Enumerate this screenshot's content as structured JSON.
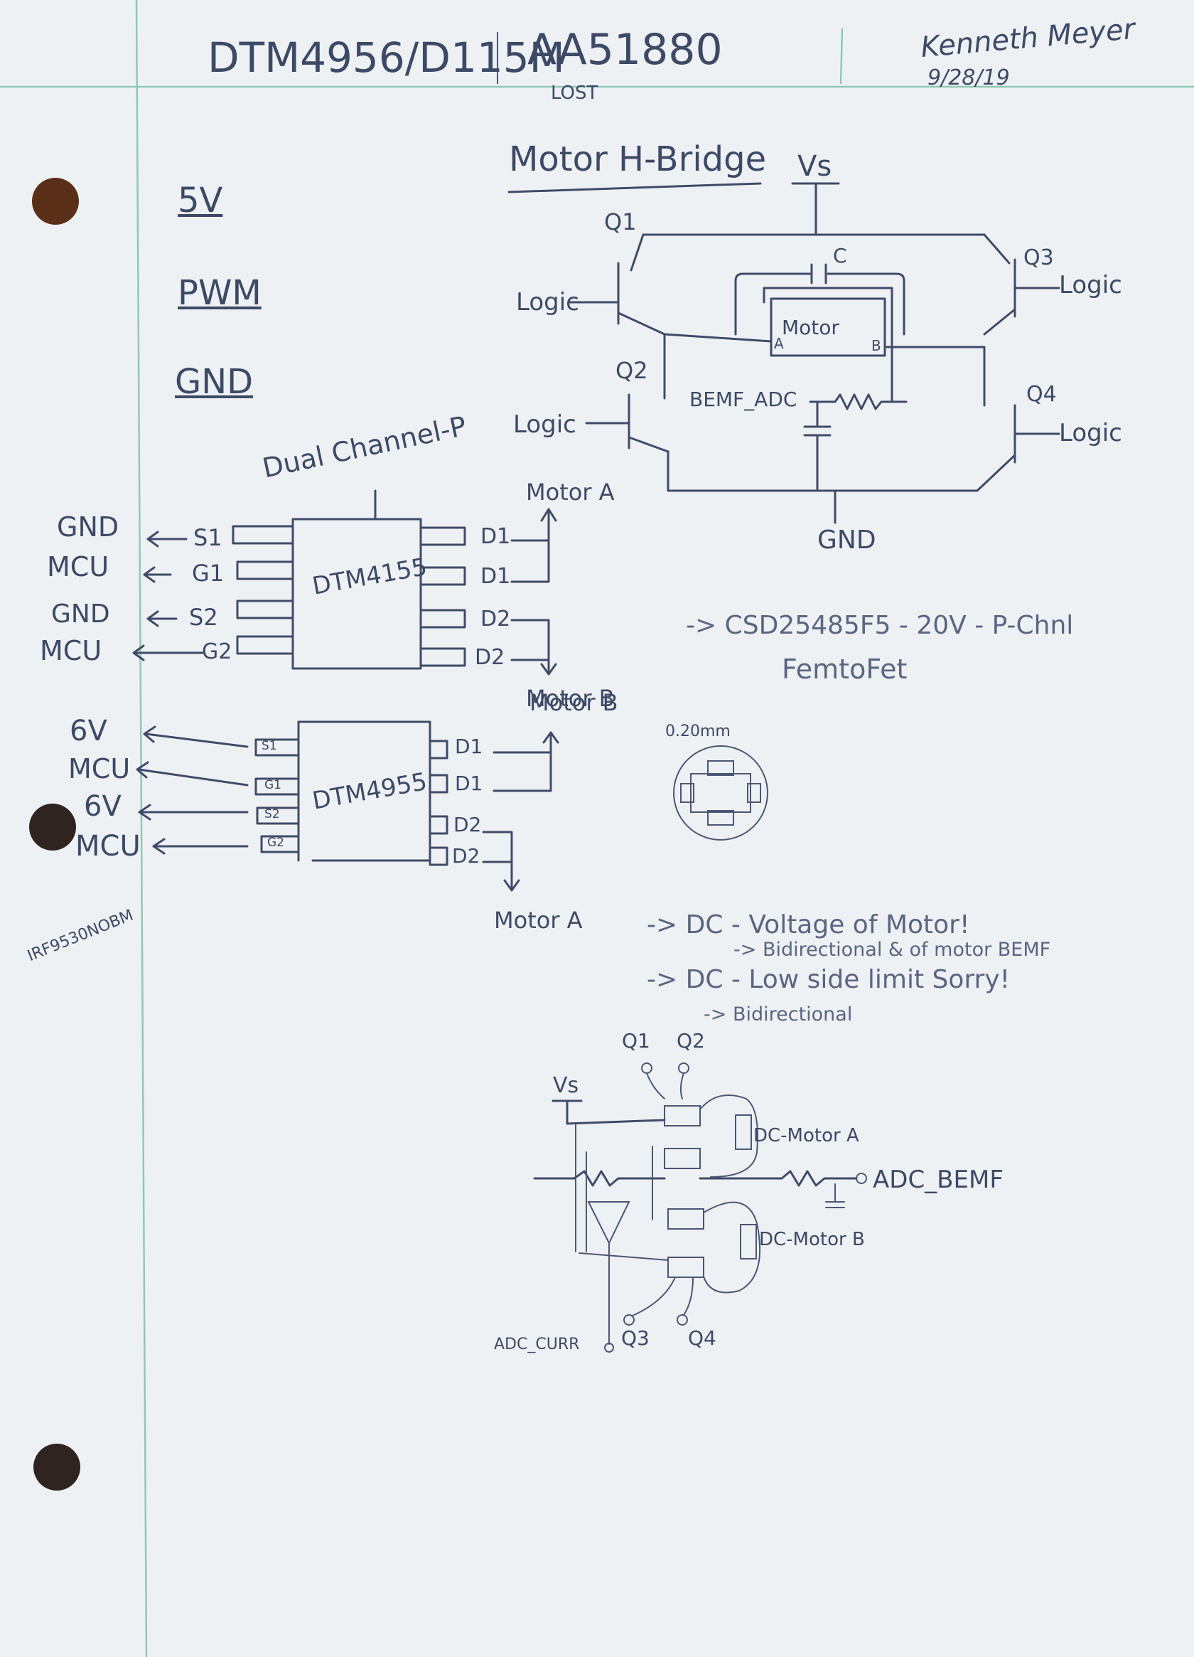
{
  "header": {
    "part_numbers": "DTM4956/D115M",
    "test_code": "AA51880",
    "test_note": "LOST",
    "signature": "Kenneth Meyer",
    "date": "9/28/19"
  },
  "pin_legend": {
    "five_v": "5V",
    "pwm": "PWM",
    "gnd": "GND"
  },
  "h_bridge": {
    "title": "Motor H-Bridge",
    "supply": "Vs",
    "q1": "Q1",
    "q2": "Q2",
    "q3": "Q3",
    "q4": "Q4",
    "logic_1": "Logic",
    "logic_2": "Logic",
    "logic_3": "Logic",
    "logic_4": "Logic",
    "cap": "C",
    "motor": "Motor",
    "motor_a_side": "A",
    "motor_b_side": "B",
    "bemf": "BEMF_ADC",
    "ground": "GND"
  },
  "chip1": {
    "title": "Dual Channel-P",
    "name": "DTM4155",
    "left_nets": [
      "GND",
      "MCU",
      "GND",
      "MCU"
    ],
    "left_pins": [
      "S1",
      "G1",
      "S2",
      "G2"
    ],
    "right_pins": [
      "D1",
      "D1",
      "D2",
      "D2"
    ],
    "motor_a": "Motor A",
    "motor_b": "Motor B"
  },
  "chip2": {
    "name": "DTM4955",
    "left_nets": [
      "6V",
      "MCU",
      "6V",
      "MCU"
    ],
    "left_pins": [
      "S1",
      "G1",
      "S2",
      "G2"
    ],
    "right_pins": [
      "D1",
      "D1",
      "D2",
      "D2"
    ],
    "motor_b": "Motor B",
    "motor_a": "Motor A"
  },
  "side_note": "IRF9530NOBM",
  "fet_note": {
    "line1": "-> CSD25485F5 - 20V - P-Chnl",
    "line2": "FemtoFet",
    "package": "0.20mm"
  },
  "notes": [
    "-> DC - Voltage of Motor!",
    "-> Bidirectional & of motor BEMF",
    "-> DC - Low side limit Sorry!",
    "-> Bidirectional"
  ],
  "bridge2": {
    "q1": "Q1",
    "q2": "Q2",
    "q3": "Q3",
    "q4": "Q4",
    "vs": "Vs",
    "motor_a": "DC-Motor A",
    "motor_b": "DC-Motor B",
    "adc_bemf": "ADC_BEMF",
    "adc_curr": "ADC_CURR"
  },
  "colors": {
    "paper": "#eef1f4",
    "ink": "#3f4b68",
    "rule": "#8fc9b3",
    "hole": "#3a2a22"
  }
}
